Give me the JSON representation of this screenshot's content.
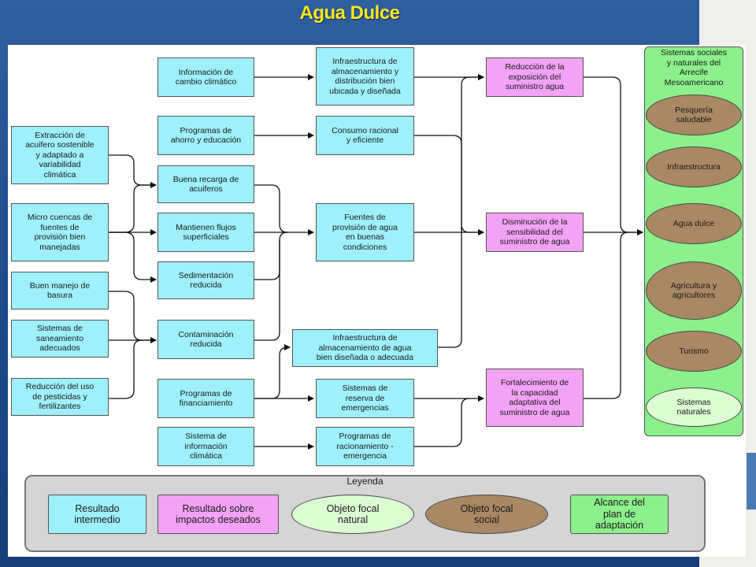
{
  "title": "Agua Dulce",
  "boxes": {
    "b1": "Información de\ncambio climático",
    "b2": "Infraestructura de\nalmacenamiento y\ndistribución bien\nubicada y diseñada",
    "b3": "Reducción de la\nexposición del\nsuministro agua",
    "b4": "Programas de\nahorro y educación",
    "b5": "Consumo racional\ny eficiente",
    "b6": "Extracción de\nacuifero sostenible\ny adaptado a\nvariabilidad\nclimática",
    "b7": "Buena recarga de\nacuiferos",
    "b8": "Micro cuencas de\nfuentes de\nprovisión bien\nmanejadas",
    "b9": "Mantienen flujos\nsuperficiales",
    "b10": "Fuentes de\nprovisión de agua\nen buenas\ncondiciones",
    "b11": "Disminución de la\nsensibilidad del\nsuministro de agua",
    "b12": "Sedimentación\nreducida",
    "b13": "Buen manejo de\nbasura",
    "b14": "Sistemas de\nsaneamiento\nadecuados",
    "b15": "Contaminación\nreducida",
    "b16": "Infraestructura de\nalmacenamiento de agua\nbien diseñada o adecuada",
    "b17": "Reducción del uso\nde pesticidas y\nfertilizantes",
    "b18": "Programas de\nfinanciamiento",
    "b19": "Sistemas de\nreserva de\nemergencias",
    "b20": "Fortalecimiento de\nla capacidad\nadaptativa del\nsuministro de agua",
    "b21": "Sistema de\ninformación\nclimática",
    "b22": "Programas de\nracionamiento -\nemergencia"
  },
  "scope": {
    "title": "Sistemas sociales\ny naturales del\nArrecife\nMesoamericano",
    "items": [
      "Pesquería\nsaludable",
      "Infraestructura",
      "Agua dulce",
      "Agricultura y\nagricultores",
      "Turismo",
      "Sistemas\nnaturales"
    ]
  },
  "legend": {
    "title": "Leyenda",
    "intermediate": "Resultado\nintermedio",
    "impact": "Resultado sobre\nimpactos deseados",
    "natural": "Objeto focal\nnatural",
    "social": "Objeto focal\nsocial",
    "scope": "Alcance del\nplan de\nadaptación"
  },
  "colors": {
    "intermediate": "#9ef0fc",
    "impact": "#f2a3f5",
    "social": "#a88865",
    "natural": "#dcfcd2",
    "scope": "#8cf08c",
    "title": "#ffe81a",
    "background": "#1d4a8c"
  }
}
